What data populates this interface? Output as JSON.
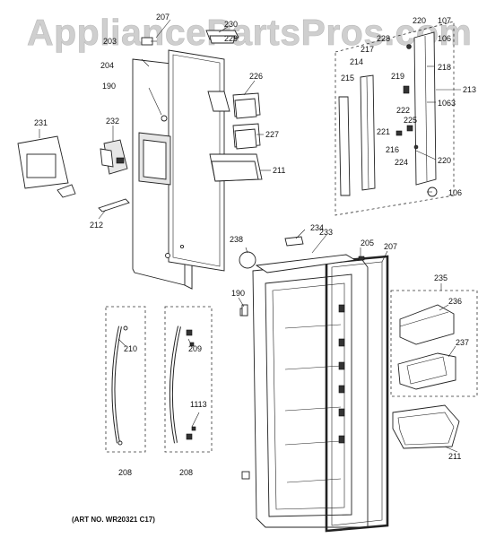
{
  "watermark": "AppliancePartsPros.com",
  "art_number": "(ART NO. WR20321 C17)",
  "callouts": {
    "c207a": "207",
    "c203": "203",
    "c230": "230",
    "c229": "229",
    "c204": "204",
    "c190a": "190",
    "c226": "226",
    "c227": "227",
    "c211a": "211",
    "c231": "231",
    "c232": "232",
    "c212": "212",
    "c220a": "220",
    "c107": "107",
    "c228": "228",
    "c106a": "106",
    "c217": "217",
    "c214": "214",
    "c218": "218",
    "c215": "215",
    "c219": "219",
    "c213": "213",
    "c222": "222",
    "c1063": "1063",
    "c225": "225",
    "c221": "221",
    "c216": "216",
    "c224": "224",
    "c220b": "220",
    "c106b": "106",
    "c234": "234",
    "c233": "233",
    "c238": "238",
    "c205": "205",
    "c207b": "207",
    "c190b": "190",
    "c235": "235",
    "c236": "236",
    "c237": "237",
    "c210": "210",
    "c209": "209",
    "c1113": "1113",
    "c208a": "208",
    "c208b": "208",
    "c211b": "211"
  }
}
